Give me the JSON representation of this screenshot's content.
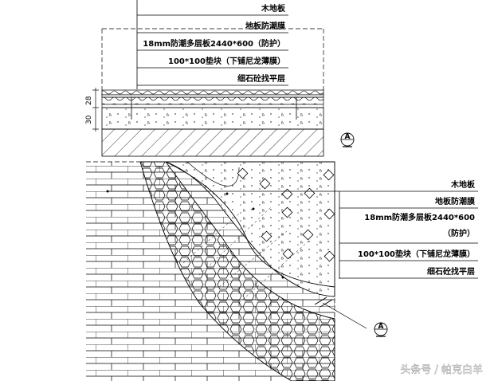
{
  "top_section": {
    "labels": [
      "木地板",
      "地板防潮膜",
      "18mm防潮多层板2440*600（防护）",
      "100*100垫块（下铺尼龙薄膜）",
      "细石砼找平层"
    ],
    "dimensions": [
      "28",
      "30"
    ],
    "section_symbol": "A"
  },
  "detail_section": {
    "labels": [
      "木地板",
      "地板防潮膜",
      "18mm防潮多层板2440*600",
      "（防护）",
      "100*100垫块（下铺尼龙薄膜）",
      "细石砼找平层"
    ],
    "section_symbol": "A"
  },
  "watermark": "头条号 / 帕克白羊"
}
